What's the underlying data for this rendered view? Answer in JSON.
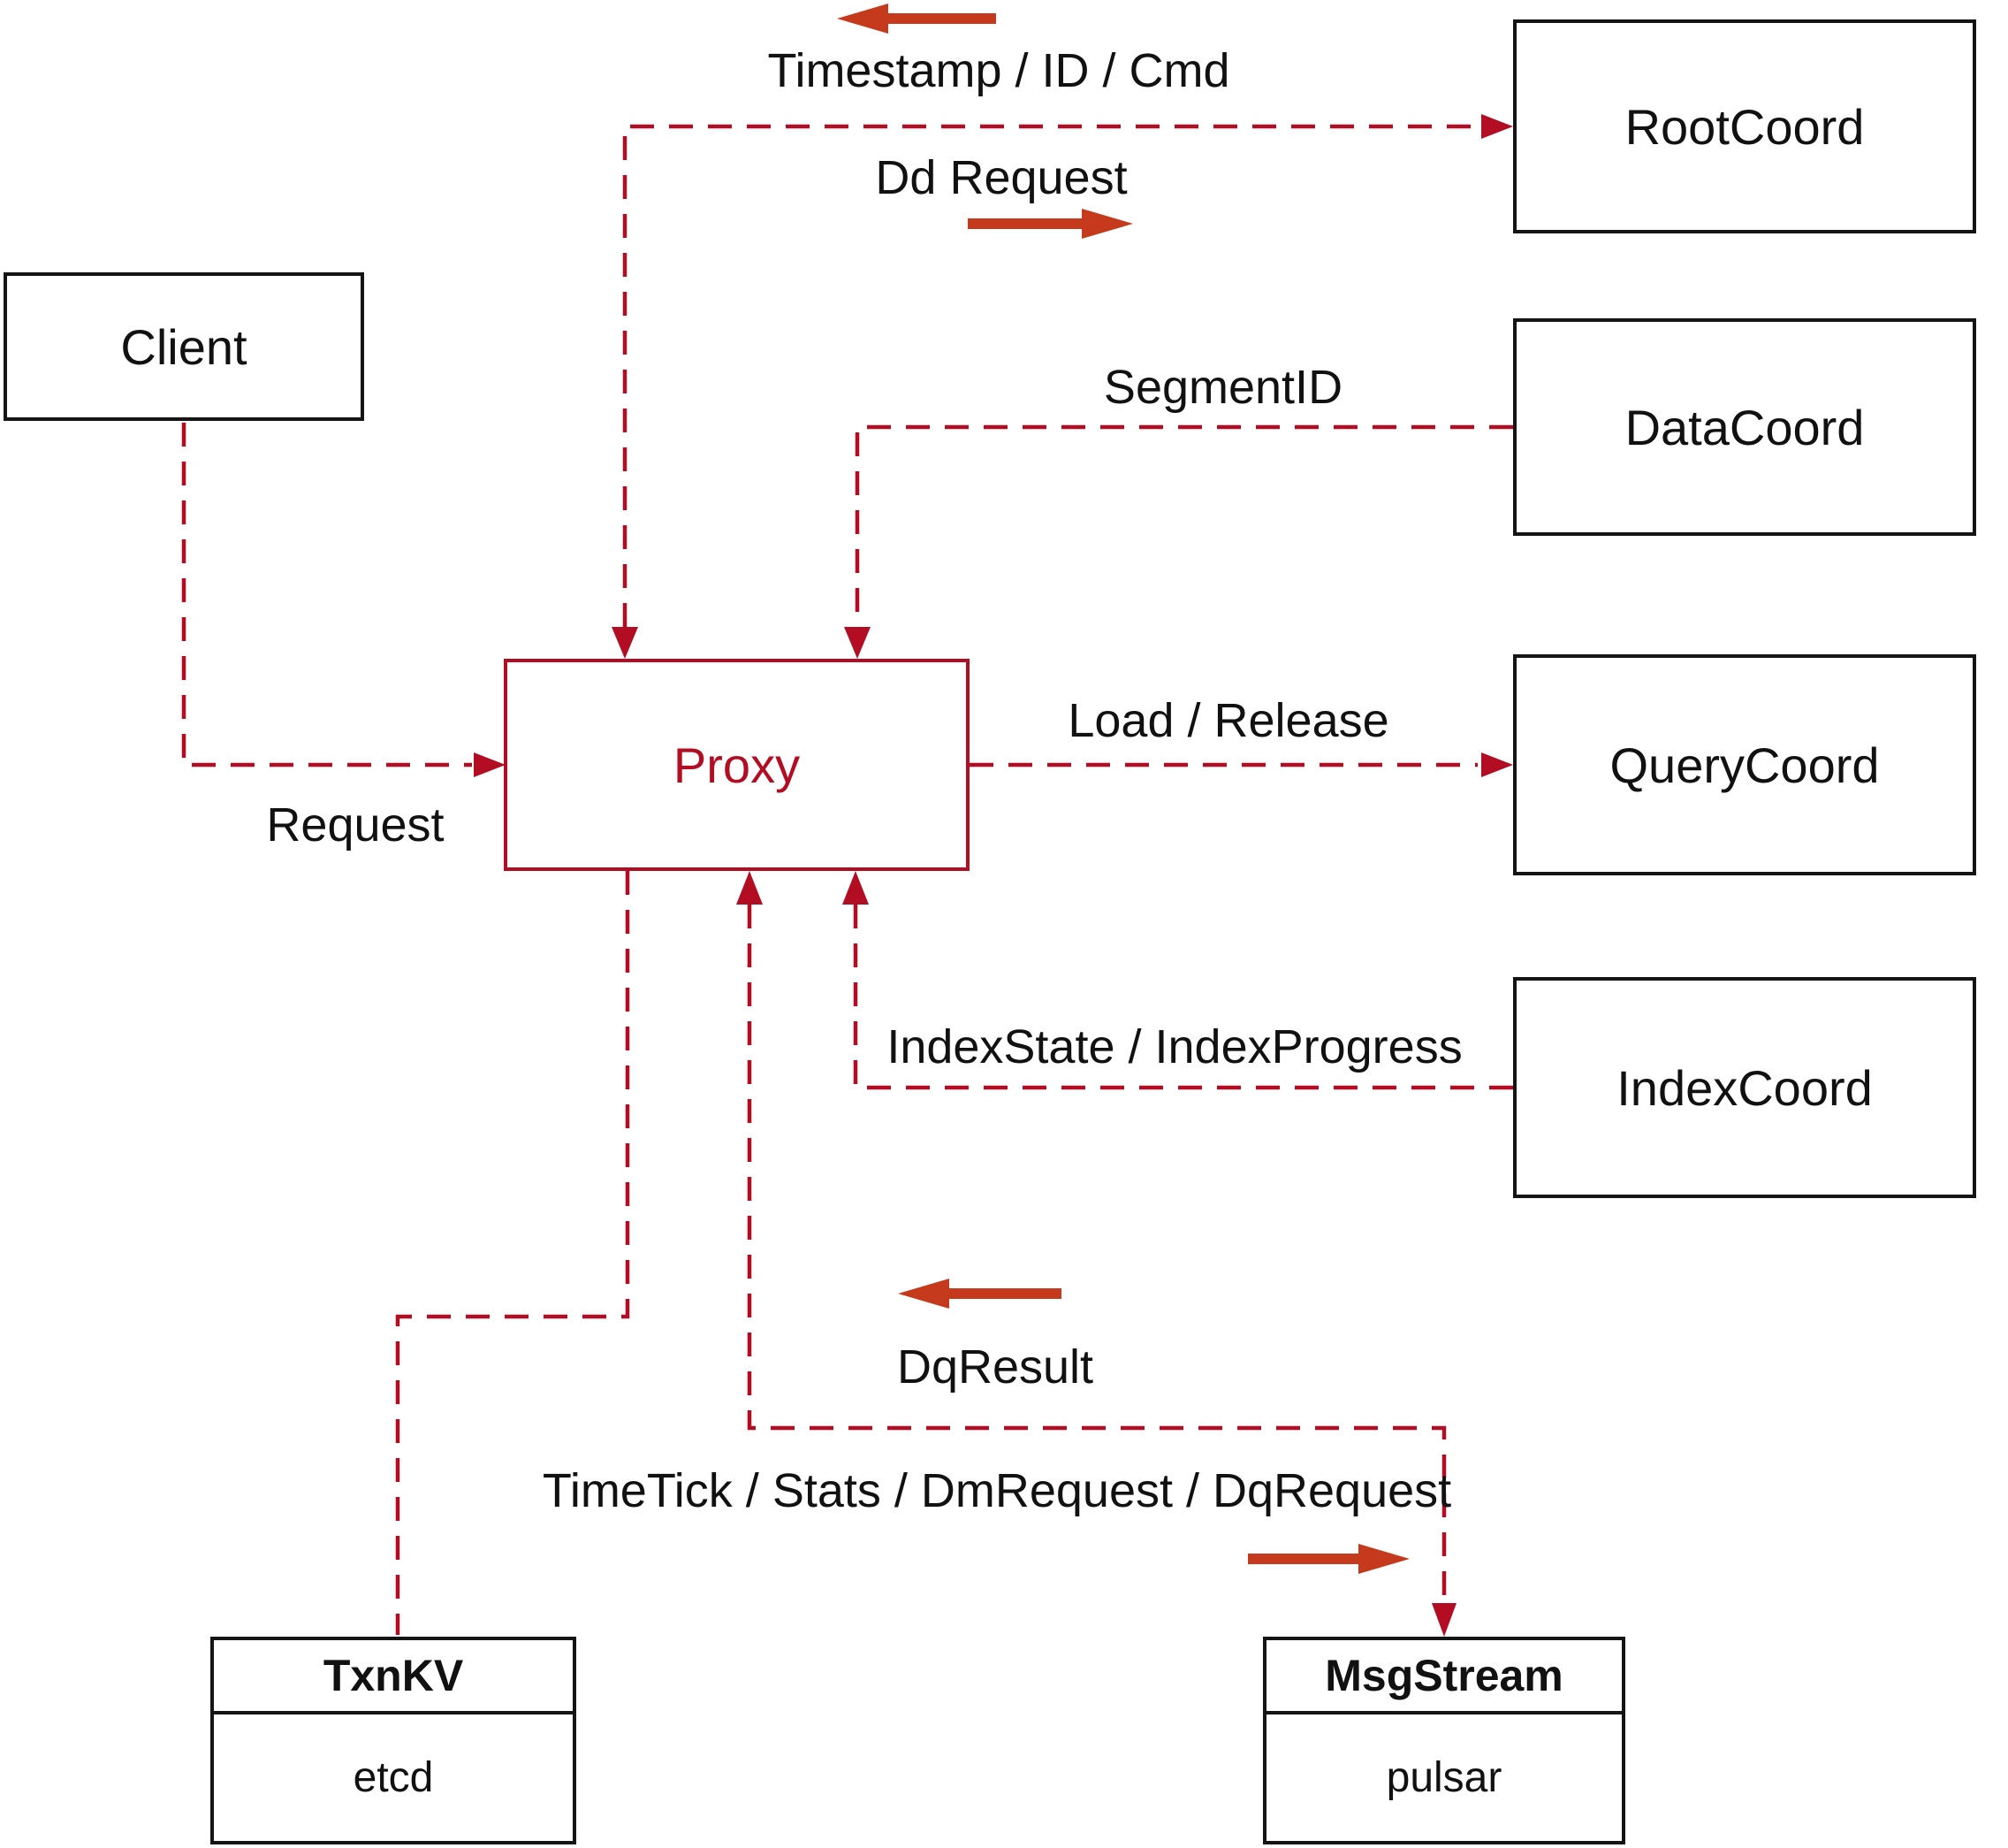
{
  "colors": {
    "edge_red": "#b20d23",
    "arrow_red": "#c53a1c",
    "node_black": "#141414",
    "background": "#ffffff"
  },
  "nodes": {
    "client": {
      "label": "Client"
    },
    "proxy": {
      "label": "Proxy"
    },
    "rootcoord": {
      "label": "RootCoord"
    },
    "datacoord": {
      "label": "DataCoord"
    },
    "querycoord": {
      "label": "QueryCoord"
    },
    "indexcoord": {
      "label": "IndexCoord"
    },
    "txnkv": {
      "title": "TxnKV",
      "implementation": "etcd"
    },
    "msgstream": {
      "title": "MsgStream",
      "implementation": "pulsar"
    }
  },
  "edges": {
    "client_to_proxy": {
      "from": "Client",
      "to": "Proxy",
      "label": "Request"
    },
    "proxy_rootcoord": {
      "from": "Proxy",
      "to": "RootCoord",
      "label_response": "Timestamp / ID / Cmd",
      "label_request": "Dd Request"
    },
    "datacoord_to_proxy": {
      "from": "DataCoord",
      "to": "Proxy",
      "label": "SegmentID"
    },
    "proxy_to_querycoord": {
      "from": "Proxy",
      "to": "QueryCoord",
      "label": "Load / Release"
    },
    "indexcoord_to_proxy": {
      "from": "IndexCoord",
      "to": "Proxy",
      "label": "IndexState / IndexProgress"
    },
    "proxy_txnkv": {
      "from": "Proxy",
      "to": "TxnKV"
    },
    "proxy_msgstream": {
      "from": "Proxy",
      "to": "MsgStream",
      "label_response": "DqResult",
      "label_request": "TimeTick / Stats / DmRequest / DqRequest"
    }
  }
}
